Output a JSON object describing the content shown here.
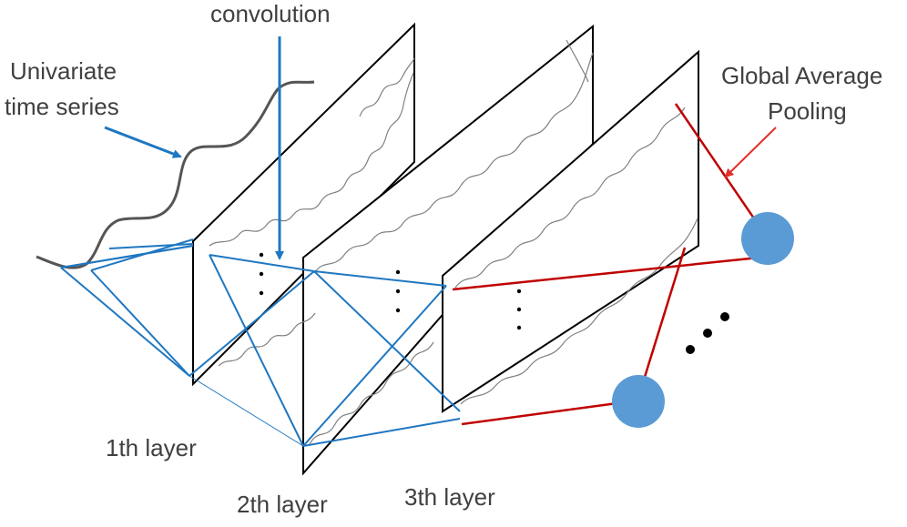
{
  "labels": {
    "convolution": "convolution",
    "input_line1": "Univariate",
    "input_line2": "time series",
    "gap_line1": "Global Average",
    "gap_line2": "Pooling",
    "layer1": "1th layer",
    "layer2": "2th layer",
    "layer3": "3th layer"
  },
  "colors": {
    "frame": "#000000",
    "conv_line": "#1f77c1",
    "gap_line": "#c00000",
    "gap_arrow": "#e0302a",
    "node": "#5b9bd5",
    "input_curve": "#555555",
    "feature_curve": "#808080"
  },
  "layers": 3,
  "gap_nodes_shown": 2,
  "ellipsis": "…"
}
